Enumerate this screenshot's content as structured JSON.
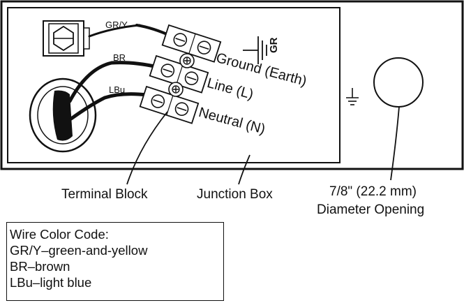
{
  "wires": {
    "gry": "GR/Y",
    "br": "BR",
    "lbu": "LBu"
  },
  "terminals": {
    "ground": "Ground (Earth)",
    "line": "Line (L)",
    "neutral": "Neutral (N)"
  },
  "ground_symbol_text": "GR",
  "callouts": {
    "terminal_block": "Terminal Block",
    "junction_box": "Junction Box",
    "opening_size": "7/8\" (22.2 mm)",
    "opening_desc": "Diameter Opening"
  },
  "legend": {
    "title": "Wire Color Code:",
    "items": [
      "GR/Y–green-and-yellow",
      "BR–brown",
      "LBu–light blue"
    ]
  },
  "icons": [
    "cable-clamp-icon",
    "cable-grommet-icon",
    "ground-symbol-icon",
    "earth-symbol-icon",
    "terminal-screw-icon"
  ]
}
